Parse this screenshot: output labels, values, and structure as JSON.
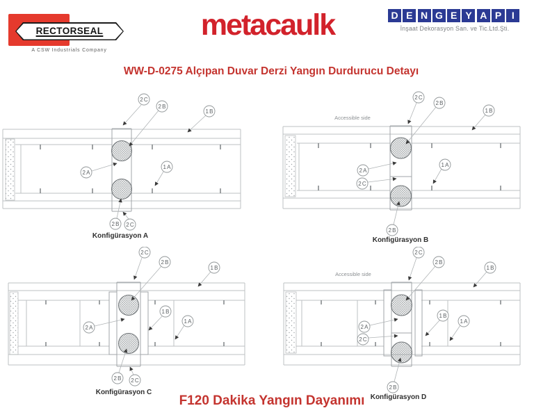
{
  "page": {
    "title": "WW-D-0275 Alçıpan Duvar Derzi Yangın Durdurucu Detayı",
    "footer": "F120 Dakika Yangın Dayanımı"
  },
  "logos": {
    "rectorseal": {
      "text": "RECTORSEAL",
      "tagline": "A CSW Industrials Company"
    },
    "metacaulk": {
      "text": "metacaulk"
    },
    "dengeyapi": {
      "letters": [
        "D",
        "E",
        "N",
        "G",
        "E",
        "Y",
        "A",
        "P",
        "I"
      ],
      "tagline": "İnşaat Dekorasyon San. ve Tic.Ltd.Şti."
    }
  },
  "diagrams": {
    "a": {
      "label": "Konfigürasyon A",
      "callouts": [
        "2C",
        "2B",
        "1B",
        "2A",
        "1A",
        "2B",
        "2C"
      ]
    },
    "b": {
      "label": "Konfigürasyon B",
      "note": "Accessible side",
      "callouts": [
        "2C",
        "2B",
        "1B",
        "2A",
        "2C",
        "1A",
        "2B"
      ]
    },
    "c": {
      "label": "Konfigürasyon C",
      "callouts": [
        "2C",
        "2B",
        "1B",
        "2A",
        "1B",
        "1A",
        "2B",
        "2C"
      ]
    },
    "d": {
      "label": "Konfigürasyon D",
      "note": "Accessible side",
      "callouts": [
        "2C",
        "2B",
        "1B",
        "2A",
        "2C",
        "1B",
        "1A",
        "2B"
      ]
    }
  },
  "colors": {
    "title_red": "#c4342f",
    "metacaulk_red": "#d2222b",
    "rectorseal_red": "#e53a2d",
    "dengeyapi_blue": "#2b3a94",
    "drawing_gray": "#bdc1c3"
  }
}
